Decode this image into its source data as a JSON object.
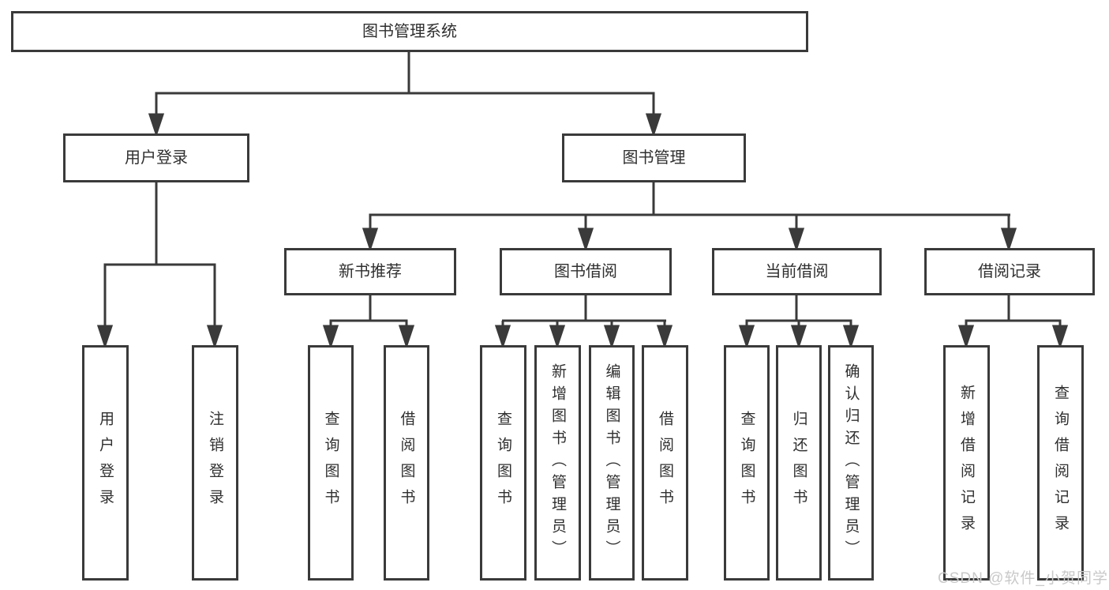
{
  "diagram": {
    "root": {
      "label": "图书管理系统"
    },
    "level2": [
      {
        "label": "用户登录"
      },
      {
        "label": "图书管理"
      }
    ],
    "level3": [
      {
        "label": "新书推荐"
      },
      {
        "label": "图书借阅"
      },
      {
        "label": "当前借阅"
      },
      {
        "label": "借阅记录"
      }
    ],
    "leaves": {
      "user_login": [
        {
          "label": "用户登录"
        },
        {
          "label": "注销登录"
        }
      ],
      "new_books": [
        {
          "label": "查询图书"
        },
        {
          "label": "借阅图书"
        }
      ],
      "book_borrow": [
        {
          "label": "查询图书"
        },
        {
          "label": "新增图书（管理员）"
        },
        {
          "label": "编辑图书（管理员）"
        },
        {
          "label": "借阅图书"
        }
      ],
      "current_borrow": [
        {
          "label": "查询图书"
        },
        {
          "label": "归还图书"
        },
        {
          "label": "确认归还（管理员）"
        }
      ],
      "borrow_records": [
        {
          "label": "新增借阅记录"
        },
        {
          "label": "查询借阅记录"
        }
      ]
    }
  },
  "watermark": {
    "text": "CSDN @软件_小贺同学"
  },
  "colors": {
    "line": "#3a3a3a",
    "text": "#2f2f2f",
    "watermark": "#c9c9c9",
    "background": "#ffffff"
  }
}
